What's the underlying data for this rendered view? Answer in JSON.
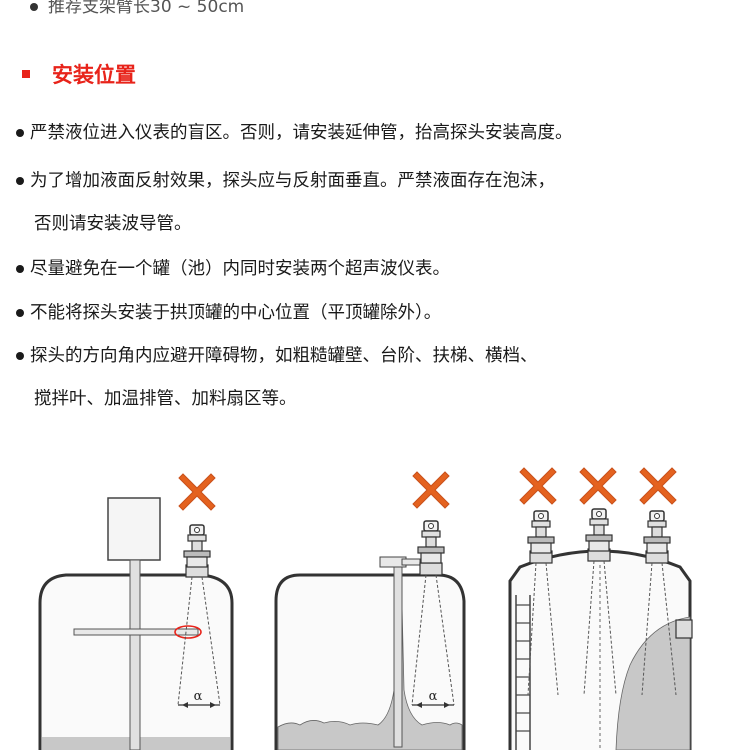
{
  "top_note": "推荐支架臂长30 ~ 50cm",
  "section": {
    "title": "安装位置"
  },
  "rules": [
    {
      "line1": "严禁液位进入仪表的盲区。否则，请安装延伸管，抬高探头安装高度。",
      "line2": ""
    },
    {
      "line1": "为了增加液面反射效果，探头应与反射面垂直。严禁液面存在泡沫，",
      "line2": "否则请安装波导管。"
    },
    {
      "line1": "尽量避免在一个罐（池）内同时安装两个超声波仪表。",
      "line2": ""
    },
    {
      "line1": "不能将探头安装于拱顶罐的中心位置（平顶罐除外）。",
      "line2": ""
    },
    {
      "line1": "探头的方向角内应避开障碍物，如粗糙罐壁、台阶、扶梯、横档、",
      "line2": "搅拌叶、加温排管、加料扇区等。"
    }
  ],
  "figure": {
    "alpha_symbol": "α",
    "icons": [
      "cross-mark-icon"
    ],
    "colors": {
      "cross": "#e4621f",
      "accent": "#e8231a",
      "liquid": "#c8c8c8",
      "outline": "#333333"
    }
  }
}
